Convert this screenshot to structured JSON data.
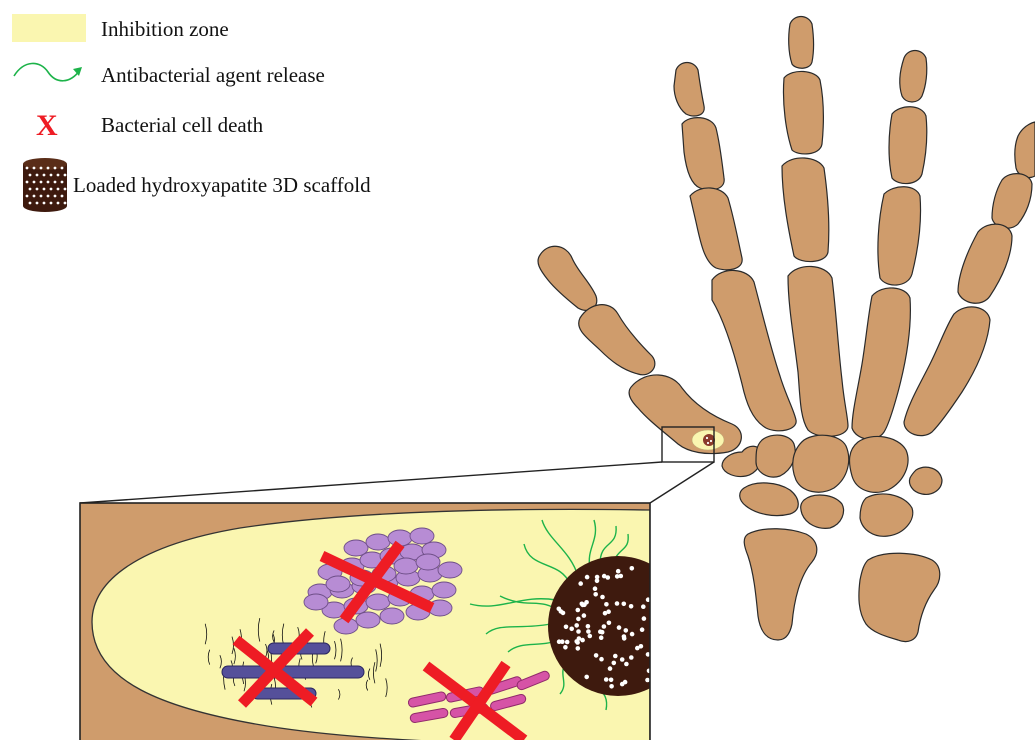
{
  "legend": {
    "inhibition_zone": "Inhibition zone",
    "antibacterial_release": "Antibacterial agent release",
    "x_symbol": "X",
    "cell_death": "Bacterial cell death",
    "scaffold": "Loaded hydroxyapatite 3D scaffold"
  },
  "colors": {
    "bone": "#CF9C6C",
    "inhibition_zone": "#FAF6B0",
    "release_arrow": "#1DB34A",
    "cell_death_x": "#EE1C24",
    "scaffold": "#3E1A0E",
    "pores": "#FFFFFF",
    "coccus": "#B78CD4",
    "rod_blue": "#55509A",
    "rod_pink": "#D653A6"
  }
}
